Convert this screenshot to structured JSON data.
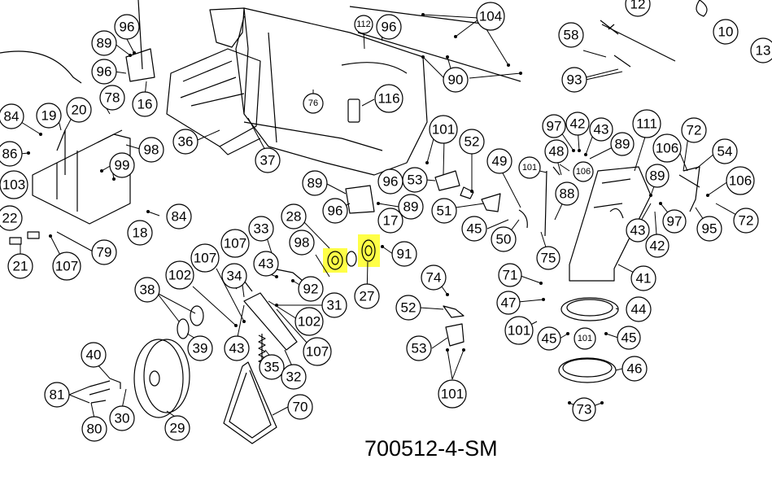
{
  "drawing_number": "700512-4-SM",
  "callouts": [
    {
      "key": "c12",
      "label": "12"
    },
    {
      "key": "c10",
      "label": "10"
    },
    {
      "key": "c13",
      "label": "13"
    },
    {
      "key": "c96a",
      "label": "96"
    },
    {
      "key": "c89a",
      "label": "89"
    },
    {
      "key": "c96b",
      "label": "96"
    },
    {
      "key": "c16",
      "label": "16"
    },
    {
      "key": "c112",
      "label": "112"
    },
    {
      "key": "c96c",
      "label": "96"
    },
    {
      "key": "c104",
      "label": "104"
    },
    {
      "key": "c90",
      "label": "90"
    },
    {
      "key": "c58",
      "label": "58"
    },
    {
      "key": "c93",
      "label": "93"
    },
    {
      "key": "c84a",
      "label": "84"
    },
    {
      "key": "c19",
      "label": "19"
    },
    {
      "key": "c20",
      "label": "20"
    },
    {
      "key": "c78",
      "label": "78"
    },
    {
      "key": "c76",
      "label": "76"
    },
    {
      "key": "c116",
      "label": "116"
    },
    {
      "key": "c36",
      "label": "36"
    },
    {
      "key": "c37",
      "label": "37"
    },
    {
      "key": "c86",
      "label": "86"
    },
    {
      "key": "c98a",
      "label": "98"
    },
    {
      "key": "c99",
      "label": "99"
    },
    {
      "key": "c103",
      "label": "103"
    },
    {
      "key": "c22",
      "label": "22"
    },
    {
      "key": "c84b",
      "label": "84"
    },
    {
      "key": "c18",
      "label": "18"
    },
    {
      "key": "c21",
      "label": "21"
    },
    {
      "key": "c107a",
      "label": "107"
    },
    {
      "key": "c79",
      "label": "79"
    },
    {
      "key": "c101a",
      "label": "101"
    },
    {
      "key": "c52a",
      "label": "52"
    },
    {
      "key": "c53a",
      "label": "53"
    },
    {
      "key": "c89b",
      "label": "89"
    },
    {
      "key": "c96d",
      "label": "96"
    },
    {
      "key": "c96e",
      "label": "96"
    },
    {
      "key": "c89c",
      "label": "89"
    },
    {
      "key": "c17",
      "label": "17"
    },
    {
      "key": "c51",
      "label": "51"
    },
    {
      "key": "c45a",
      "label": "45"
    },
    {
      "key": "c49",
      "label": "49"
    },
    {
      "key": "c50",
      "label": "50"
    },
    {
      "key": "c28",
      "label": "28"
    },
    {
      "key": "c33",
      "label": "33"
    },
    {
      "key": "c107b",
      "label": "107"
    },
    {
      "key": "c98b",
      "label": "98"
    },
    {
      "key": "c91",
      "label": "91"
    },
    {
      "key": "c27",
      "label": "27"
    },
    {
      "key": "c43a",
      "label": "43"
    },
    {
      "key": "c34",
      "label": "34"
    },
    {
      "key": "c92",
      "label": "92"
    },
    {
      "key": "c31",
      "label": "31"
    },
    {
      "key": "c102a",
      "label": "102"
    },
    {
      "key": "c107c",
      "label": "107"
    },
    {
      "key": "c102b",
      "label": "102"
    },
    {
      "key": "c38",
      "label": "38"
    },
    {
      "key": "c39",
      "label": "39"
    },
    {
      "key": "c43b",
      "label": "43"
    },
    {
      "key": "c35",
      "label": "35"
    },
    {
      "key": "c107d",
      "label": "107"
    },
    {
      "key": "c32",
      "label": "32"
    },
    {
      "key": "c40",
      "label": "40"
    },
    {
      "key": "c81",
      "label": "81"
    },
    {
      "key": "c30",
      "label": "30"
    },
    {
      "key": "c29",
      "label": "29"
    },
    {
      "key": "c80",
      "label": "80"
    },
    {
      "key": "c70",
      "label": "70"
    },
    {
      "key": "c74",
      "label": "74"
    },
    {
      "key": "c52b",
      "label": "52"
    },
    {
      "key": "c53b",
      "label": "53"
    },
    {
      "key": "c101b",
      "label": "101"
    },
    {
      "key": "c97a",
      "label": "97"
    },
    {
      "key": "c42a",
      "label": "42"
    },
    {
      "key": "c43c",
      "label": "43"
    },
    {
      "key": "c111",
      "label": "111"
    },
    {
      "key": "c72a",
      "label": "72"
    },
    {
      "key": "c89d",
      "label": "89"
    },
    {
      "key": "c48",
      "label": "48"
    },
    {
      "key": "c106a",
      "label": "106"
    },
    {
      "key": "c101c",
      "label": "101"
    },
    {
      "key": "c106b",
      "label": "106"
    },
    {
      "key": "c54",
      "label": "54"
    },
    {
      "key": "c88",
      "label": "88"
    },
    {
      "key": "c89e",
      "label": "89"
    },
    {
      "key": "c106c",
      "label": "106"
    },
    {
      "key": "c43d",
      "label": "43"
    },
    {
      "key": "c97b",
      "label": "97"
    },
    {
      "key": "c95",
      "label": "95"
    },
    {
      "key": "c72b",
      "label": "72"
    },
    {
      "key": "c42b",
      "label": "42"
    },
    {
      "key": "c75",
      "label": "75"
    },
    {
      "key": "c41",
      "label": "41"
    },
    {
      "key": "c71",
      "label": "71"
    },
    {
      "key": "c47",
      "label": "47"
    },
    {
      "key": "c44",
      "label": "44"
    },
    {
      "key": "c101d",
      "label": "101"
    },
    {
      "key": "c45b",
      "label": "45"
    },
    {
      "key": "c101e",
      "label": "101"
    },
    {
      "key": "c45c",
      "label": "45"
    },
    {
      "key": "c46",
      "label": "46"
    },
    {
      "key": "c73",
      "label": "73"
    }
  ]
}
